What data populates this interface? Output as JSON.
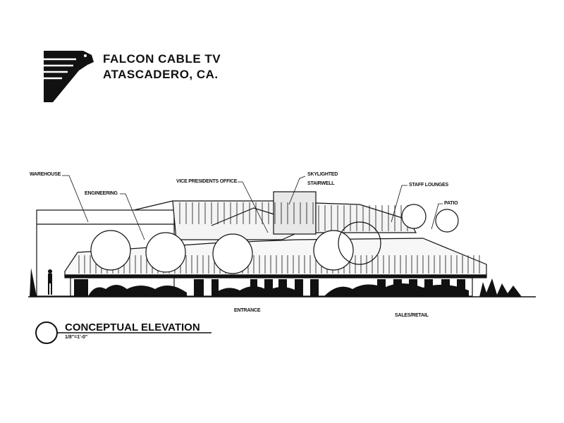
{
  "header": {
    "company": "FALCON CABLE TV",
    "location": "ATASCADERO, CA.",
    "logo_icon": "falcon-logo-icon"
  },
  "labels": {
    "warehouse": "WAREHOUSE",
    "engineering": "ENGINEERING",
    "vp_office": "VICE PRESIDENTS OFFICE",
    "skylighted": "SKYLIGHTED",
    "stairwell": "STAIRWELL",
    "staff_lounges": "STAFF LOUNGES",
    "patio": "PATIO",
    "entrance": "ENTRANCE",
    "sales_retail": "SALES/RETAIL"
  },
  "caption": {
    "title": "CONCEPTUAL ELEVATION",
    "scale": "1/8\"=1'-0\""
  },
  "colors": {
    "ink": "#111111",
    "paper": "#ffffff"
  }
}
